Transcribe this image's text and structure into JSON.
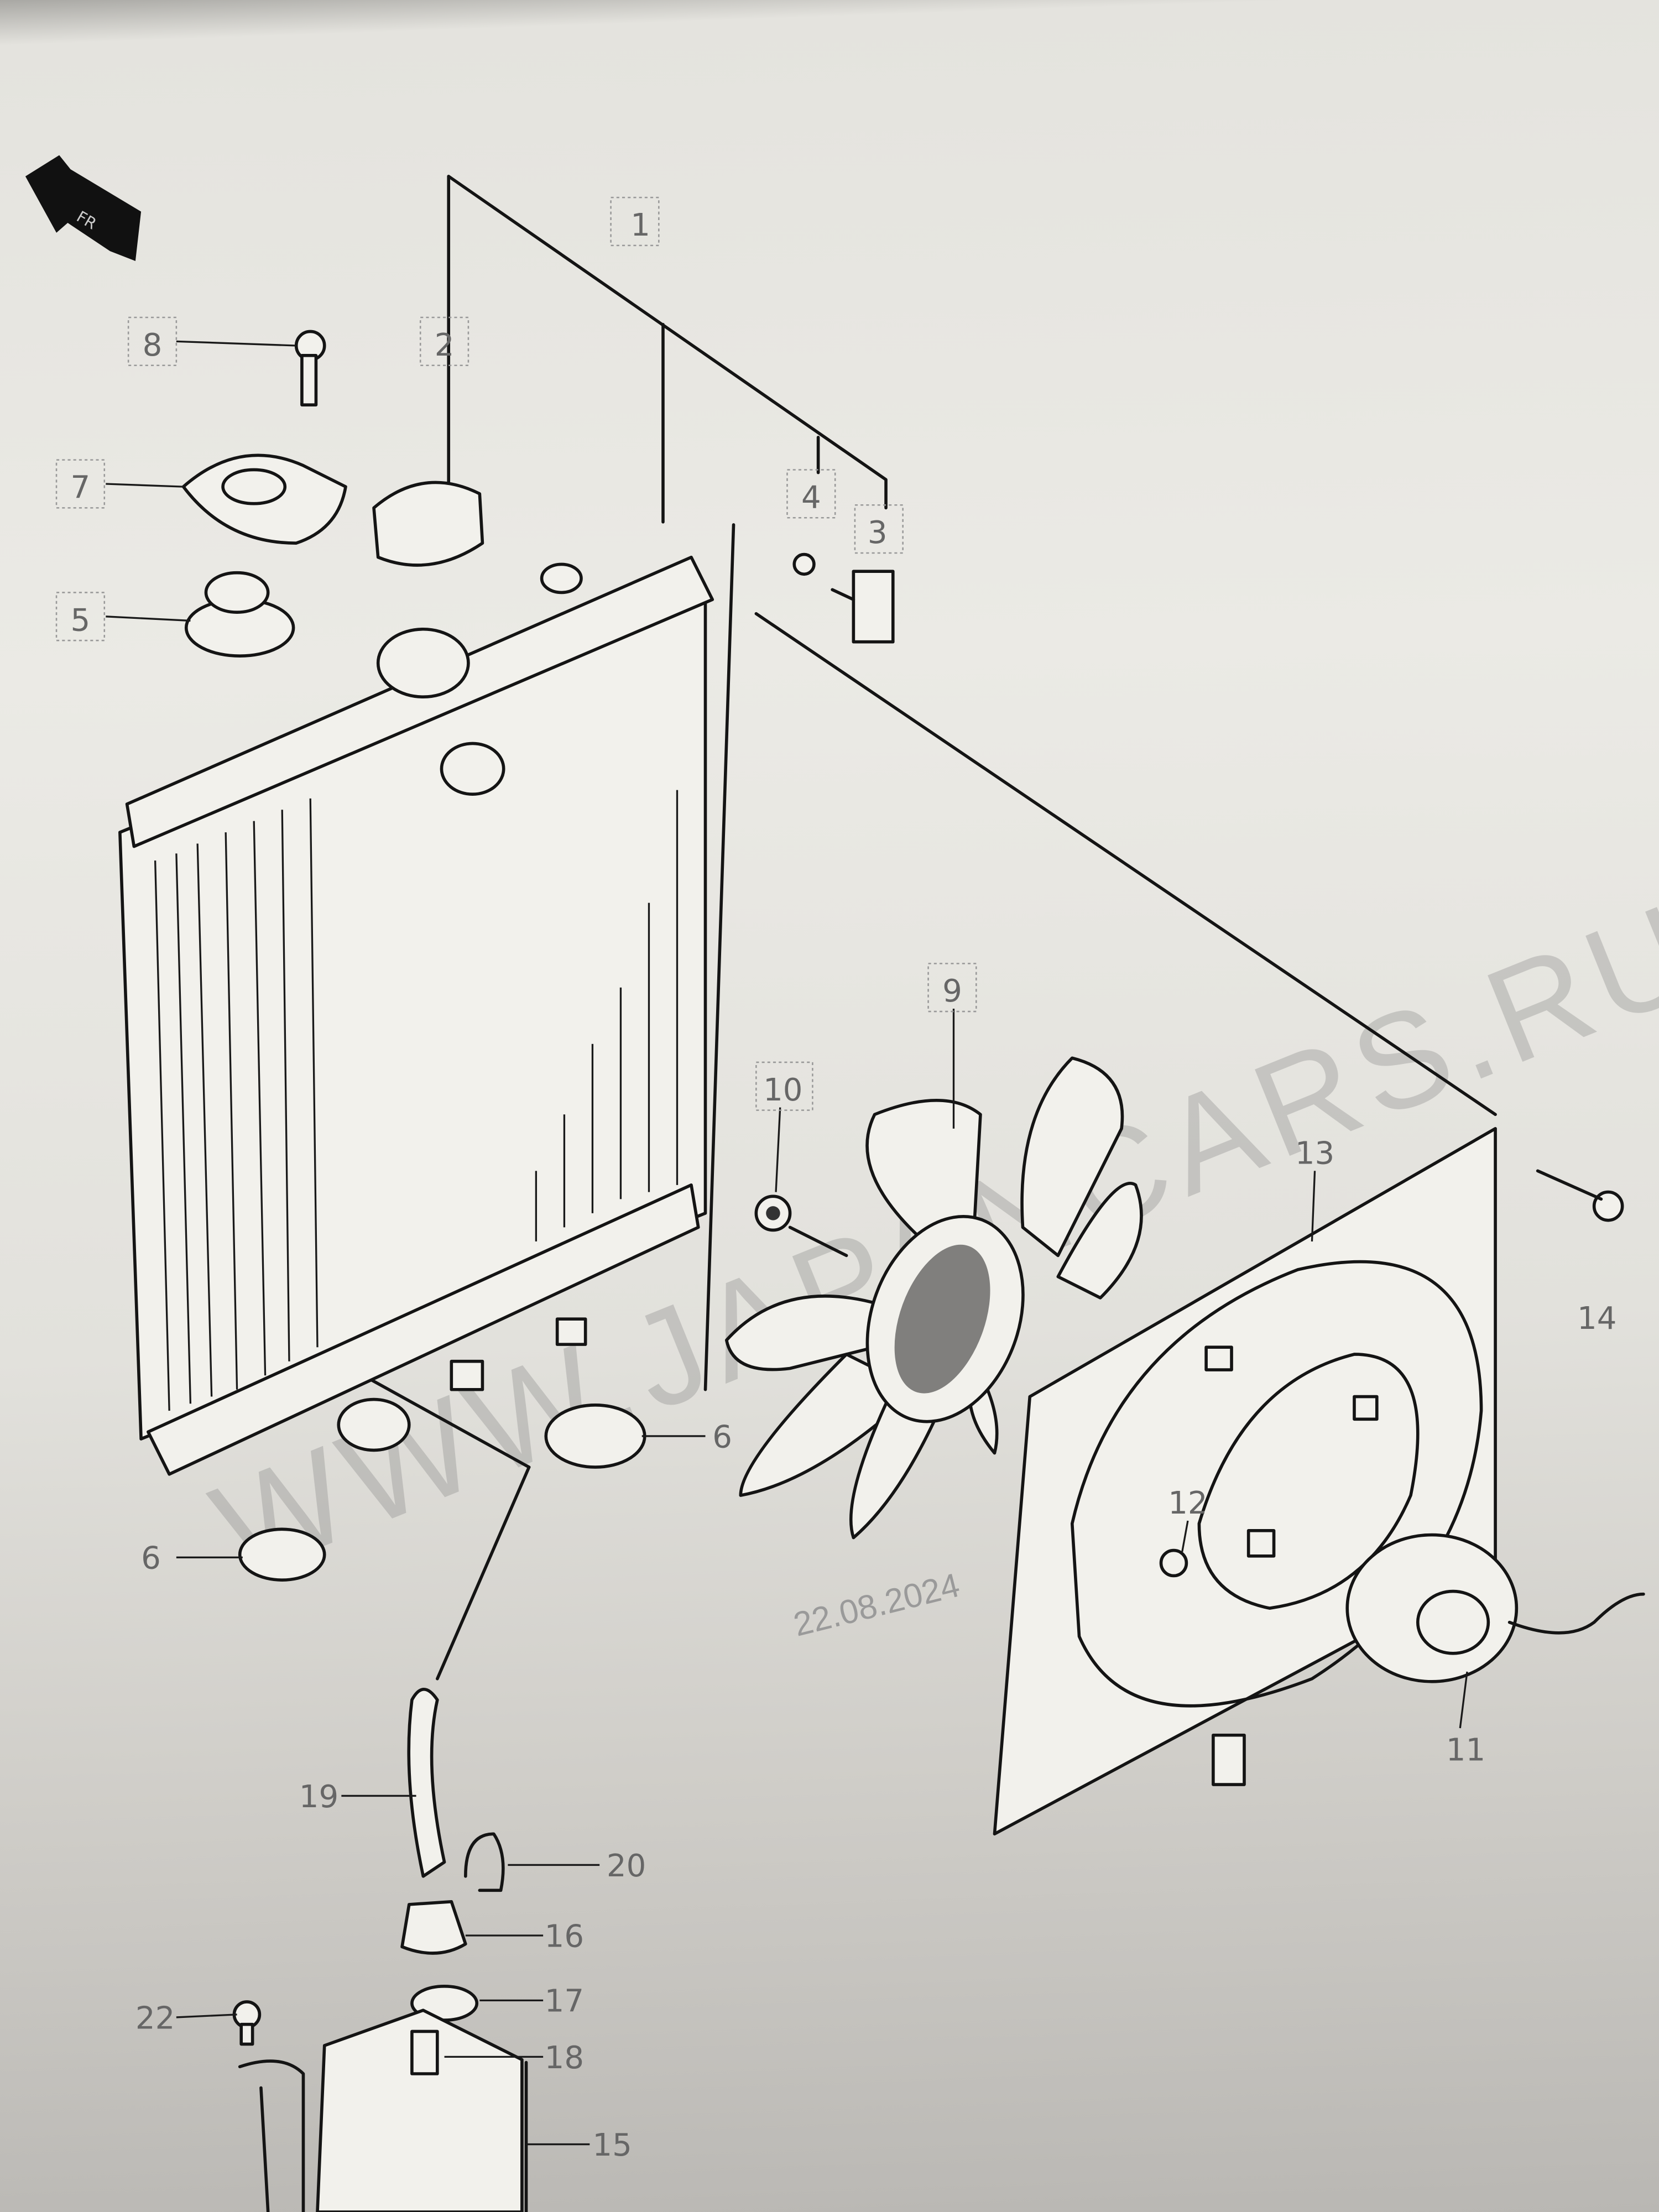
{
  "diagram": {
    "watermark": "WWW.JAPANCARS.RU",
    "date": "22.08.2024",
    "front_arrow_label": "FR",
    "callouts": {
      "c1": "1",
      "c2": "2",
      "c3": "3",
      "c4": "4",
      "c5": "5",
      "c6a": "6",
      "c6b": "6",
      "c7": "7",
      "c8": "8",
      "c9": "9",
      "c10": "10",
      "c11": "11",
      "c12": "12",
      "c13": "13",
      "c14": "14",
      "c15": "15",
      "c16": "16",
      "c17": "17",
      "c18": "18",
      "c19": "19",
      "c20": "20",
      "c22": "22"
    }
  }
}
